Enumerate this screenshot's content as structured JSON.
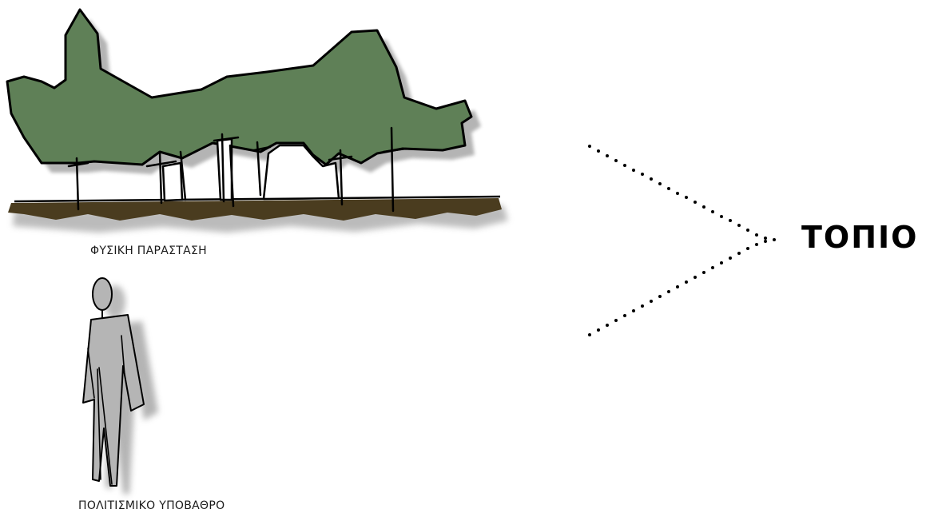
{
  "labels": {
    "natural": "ΦΥΣΙΚΗ ΠΑΡΑΣΤΑΣΗ",
    "cultural": "ΠΟΛΙΤΙΣΜΙΚΟ ΥΠΟΒΑΘΡΟ",
    "result": "ΤΟΠΙΟ"
  },
  "colors": {
    "vegetation": "#5f8057",
    "soil": "#4a3c1f",
    "figure": "#b5b5b5",
    "outline": "#000000"
  },
  "icons": {
    "landscape": "tree-landscape-sketch",
    "person": "human-figure-sketch",
    "connector": "dotted-converging-arrows"
  }
}
